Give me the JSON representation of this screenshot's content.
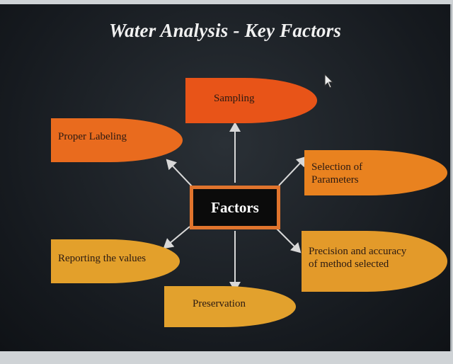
{
  "title": "Water Analysis - Key Factors",
  "center": {
    "label": "Factors"
  },
  "nodes": [
    {
      "label": "Sampling"
    },
    {
      "label": "Proper Labeling"
    },
    {
      "label": "Selection of Parameters"
    },
    {
      "label": "Reporting the values"
    },
    {
      "label": "Precision and accuracy of method selected"
    },
    {
      "label": "Preservation"
    }
  ],
  "colors": {
    "slide_background": "#161a1f",
    "node_red_orange": "#e85418",
    "node_orange": "#e9821f",
    "node_amber": "#e3a02b",
    "center_border": "#e0742d",
    "arrow": "#d8d8d8"
  }
}
